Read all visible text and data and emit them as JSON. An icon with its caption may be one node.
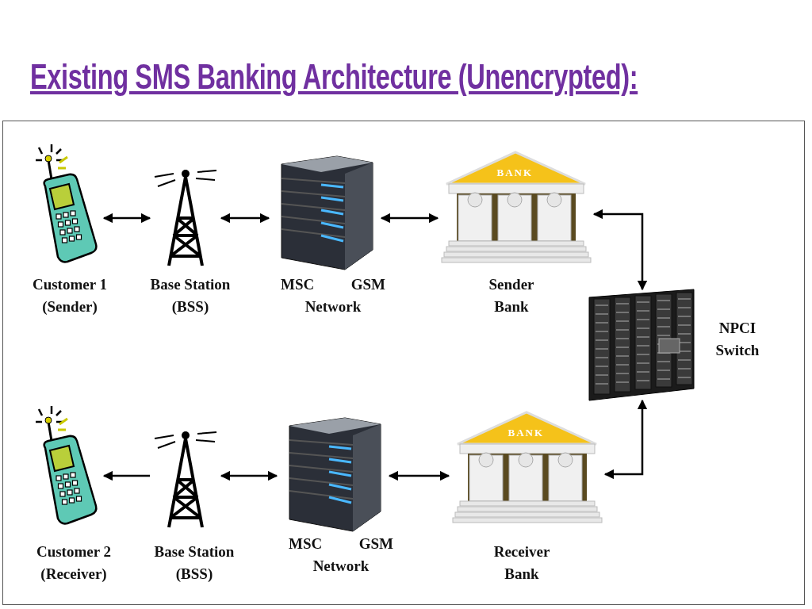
{
  "diagram": {
    "title": "Existing SMS Banking Architecture (Unencrypted):",
    "nodes": [
      {
        "text": [],
        "shape": "picture",
        "beside": [
          "Customer 1 (Sender)"
        ]
      },
      {
        "text": [],
        "shape": "picture",
        "beside": [
          "Base Station (BSS)"
        ]
      },
      {
        "text": [],
        "shape": "picture",
        "beside": [
          "MSC GSM Network"
        ]
      },
      {
        "text": [
          "BANK"
        ],
        "beside": [
          "Sender Bank"
        ]
      },
      {
        "text": [],
        "shape": "picture",
        "beside": [
          "NPCI Switch"
        ]
      },
      {
        "text": [],
        "shape": "picture",
        "beside": [
          "Customer 2 (Receiver)"
        ]
      },
      {
        "text": [],
        "shape": "picture",
        "beside": [
          "Base Station (BSS)"
        ]
      },
      {
        "text": [],
        "shape": "picture",
        "beside": [
          "MSC GSM Network"
        ]
      },
      {
        "text": [
          "BANK"
        ],
        "beside": [
          "Receiver Bank"
        ]
      }
    ],
    "edges": [
      {
        "from": 0,
        "to": 1,
        "arrow": "both"
      },
      {
        "from": 1,
        "to": 2,
        "arrow": "both"
      },
      {
        "from": 2,
        "to": 3,
        "arrow": "both"
      },
      {
        "from": 3,
        "to": 4,
        "arrow": "both"
      },
      {
        "from": 6,
        "to": 5,
        "arrow": "to"
      },
      {
        "from": 6,
        "to": 7,
        "arrow": "both"
      },
      {
        "from": 7,
        "to": 8,
        "arrow": "both"
      },
      {
        "from": 8,
        "to": 4,
        "arrow": "both"
      }
    ]
  }
}
